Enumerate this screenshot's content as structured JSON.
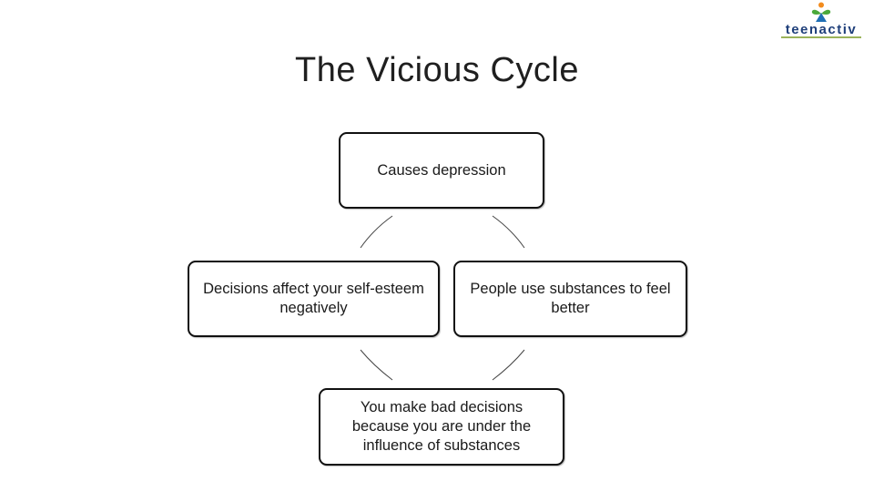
{
  "title": "The Vicious Cycle",
  "logo": {
    "text": "teenactiv",
    "colors": {
      "text": "#1f3f7a",
      "green": "#4aa83a",
      "orange": "#f28c1e",
      "blue": "#1f6fb5"
    }
  },
  "cycle": {
    "top": "Causes depression",
    "right": "People use substances to feel better",
    "bottom": "You make bad decisions because you are under the influence of substances",
    "left": "Decisions affect your self-esteem negatively"
  }
}
